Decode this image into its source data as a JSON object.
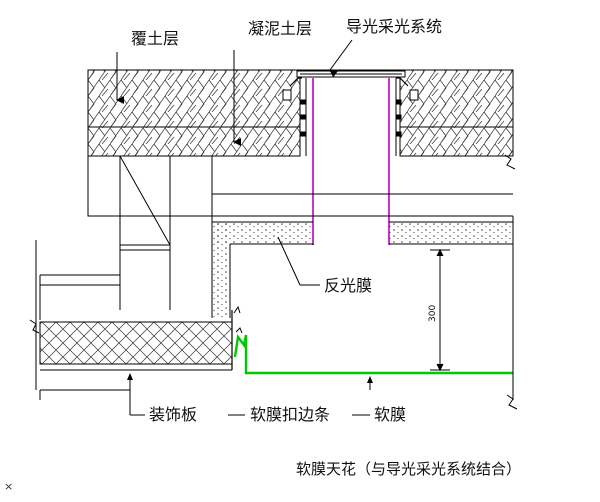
{
  "labels": {
    "cover_soil": "覆土层",
    "concrete_layer": "凝泥土层",
    "light_guide_system": "导光采光系统",
    "reflective_film": "反光膜",
    "decorative_board": "装饰板",
    "soft_film_edge_strip": "软膜扣边条",
    "soft_film": "软膜"
  },
  "dimension": {
    "height": "300"
  },
  "caption": "软膜天花（与导光采光系统结合）",
  "corner_mark": "×",
  "colors": {
    "light_pipe": "#c000c0",
    "soft_film": "#00c800",
    "line": "#000000"
  }
}
